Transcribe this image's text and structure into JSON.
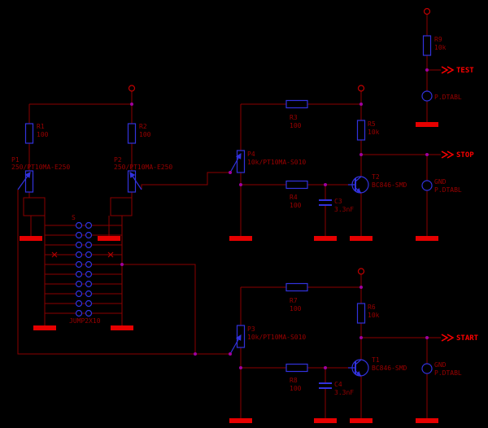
{
  "palette": {
    "background": "#000000",
    "wire": "#8B0000",
    "symbol": "#3232DD",
    "label": "#9B0000",
    "flag": "#FF0000",
    "ground": "#E60000",
    "junction": "#A000A0",
    "supply": "#C00000",
    "xmark": "#B00000"
  },
  "flags": {
    "test": "TEST",
    "stop": "STOP",
    "start": "START"
  },
  "components": {
    "r1": {
      "name": "R1",
      "value": "100"
    },
    "r2": {
      "name": "R2",
      "value": "100"
    },
    "r3": {
      "name": "R3",
      "value": "100"
    },
    "r4": {
      "name": "R4",
      "value": "100"
    },
    "r5": {
      "name": "R5",
      "value": "10k"
    },
    "r6": {
      "name": "R6",
      "value": "10k"
    },
    "r7": {
      "name": "R7",
      "value": "100"
    },
    "r8": {
      "name": "R8",
      "value": "100"
    },
    "r9": {
      "name": "R9",
      "value": "10k"
    },
    "p1": {
      "name": "P1",
      "value": "250/PT10MA-E250"
    },
    "p2": {
      "name": "P2",
      "value": "250/PT10MA-E250"
    },
    "p3": {
      "name": "P3",
      "value": "10k/PT10MA-S010"
    },
    "p4": {
      "name": "P4",
      "value": "10k/PT10MA-S010"
    },
    "c3": {
      "name": "C3",
      "value": "3.3nF"
    },
    "c4": {
      "name": "C4",
      "value": "3.3nF"
    },
    "t1": {
      "name": "T1",
      "value": "BC846-SMD"
    },
    "t2": {
      "name": "T2",
      "value": "BC846-SMD"
    },
    "s": {
      "name": "S",
      "value": "JUMP2X10"
    },
    "pin_test": {
      "value": "P.DTABL"
    },
    "pin_stop": {
      "name": "GND",
      "value": "P.DTABL"
    },
    "pin_start": {
      "name": "GND",
      "value": "P.DTABL"
    }
  }
}
